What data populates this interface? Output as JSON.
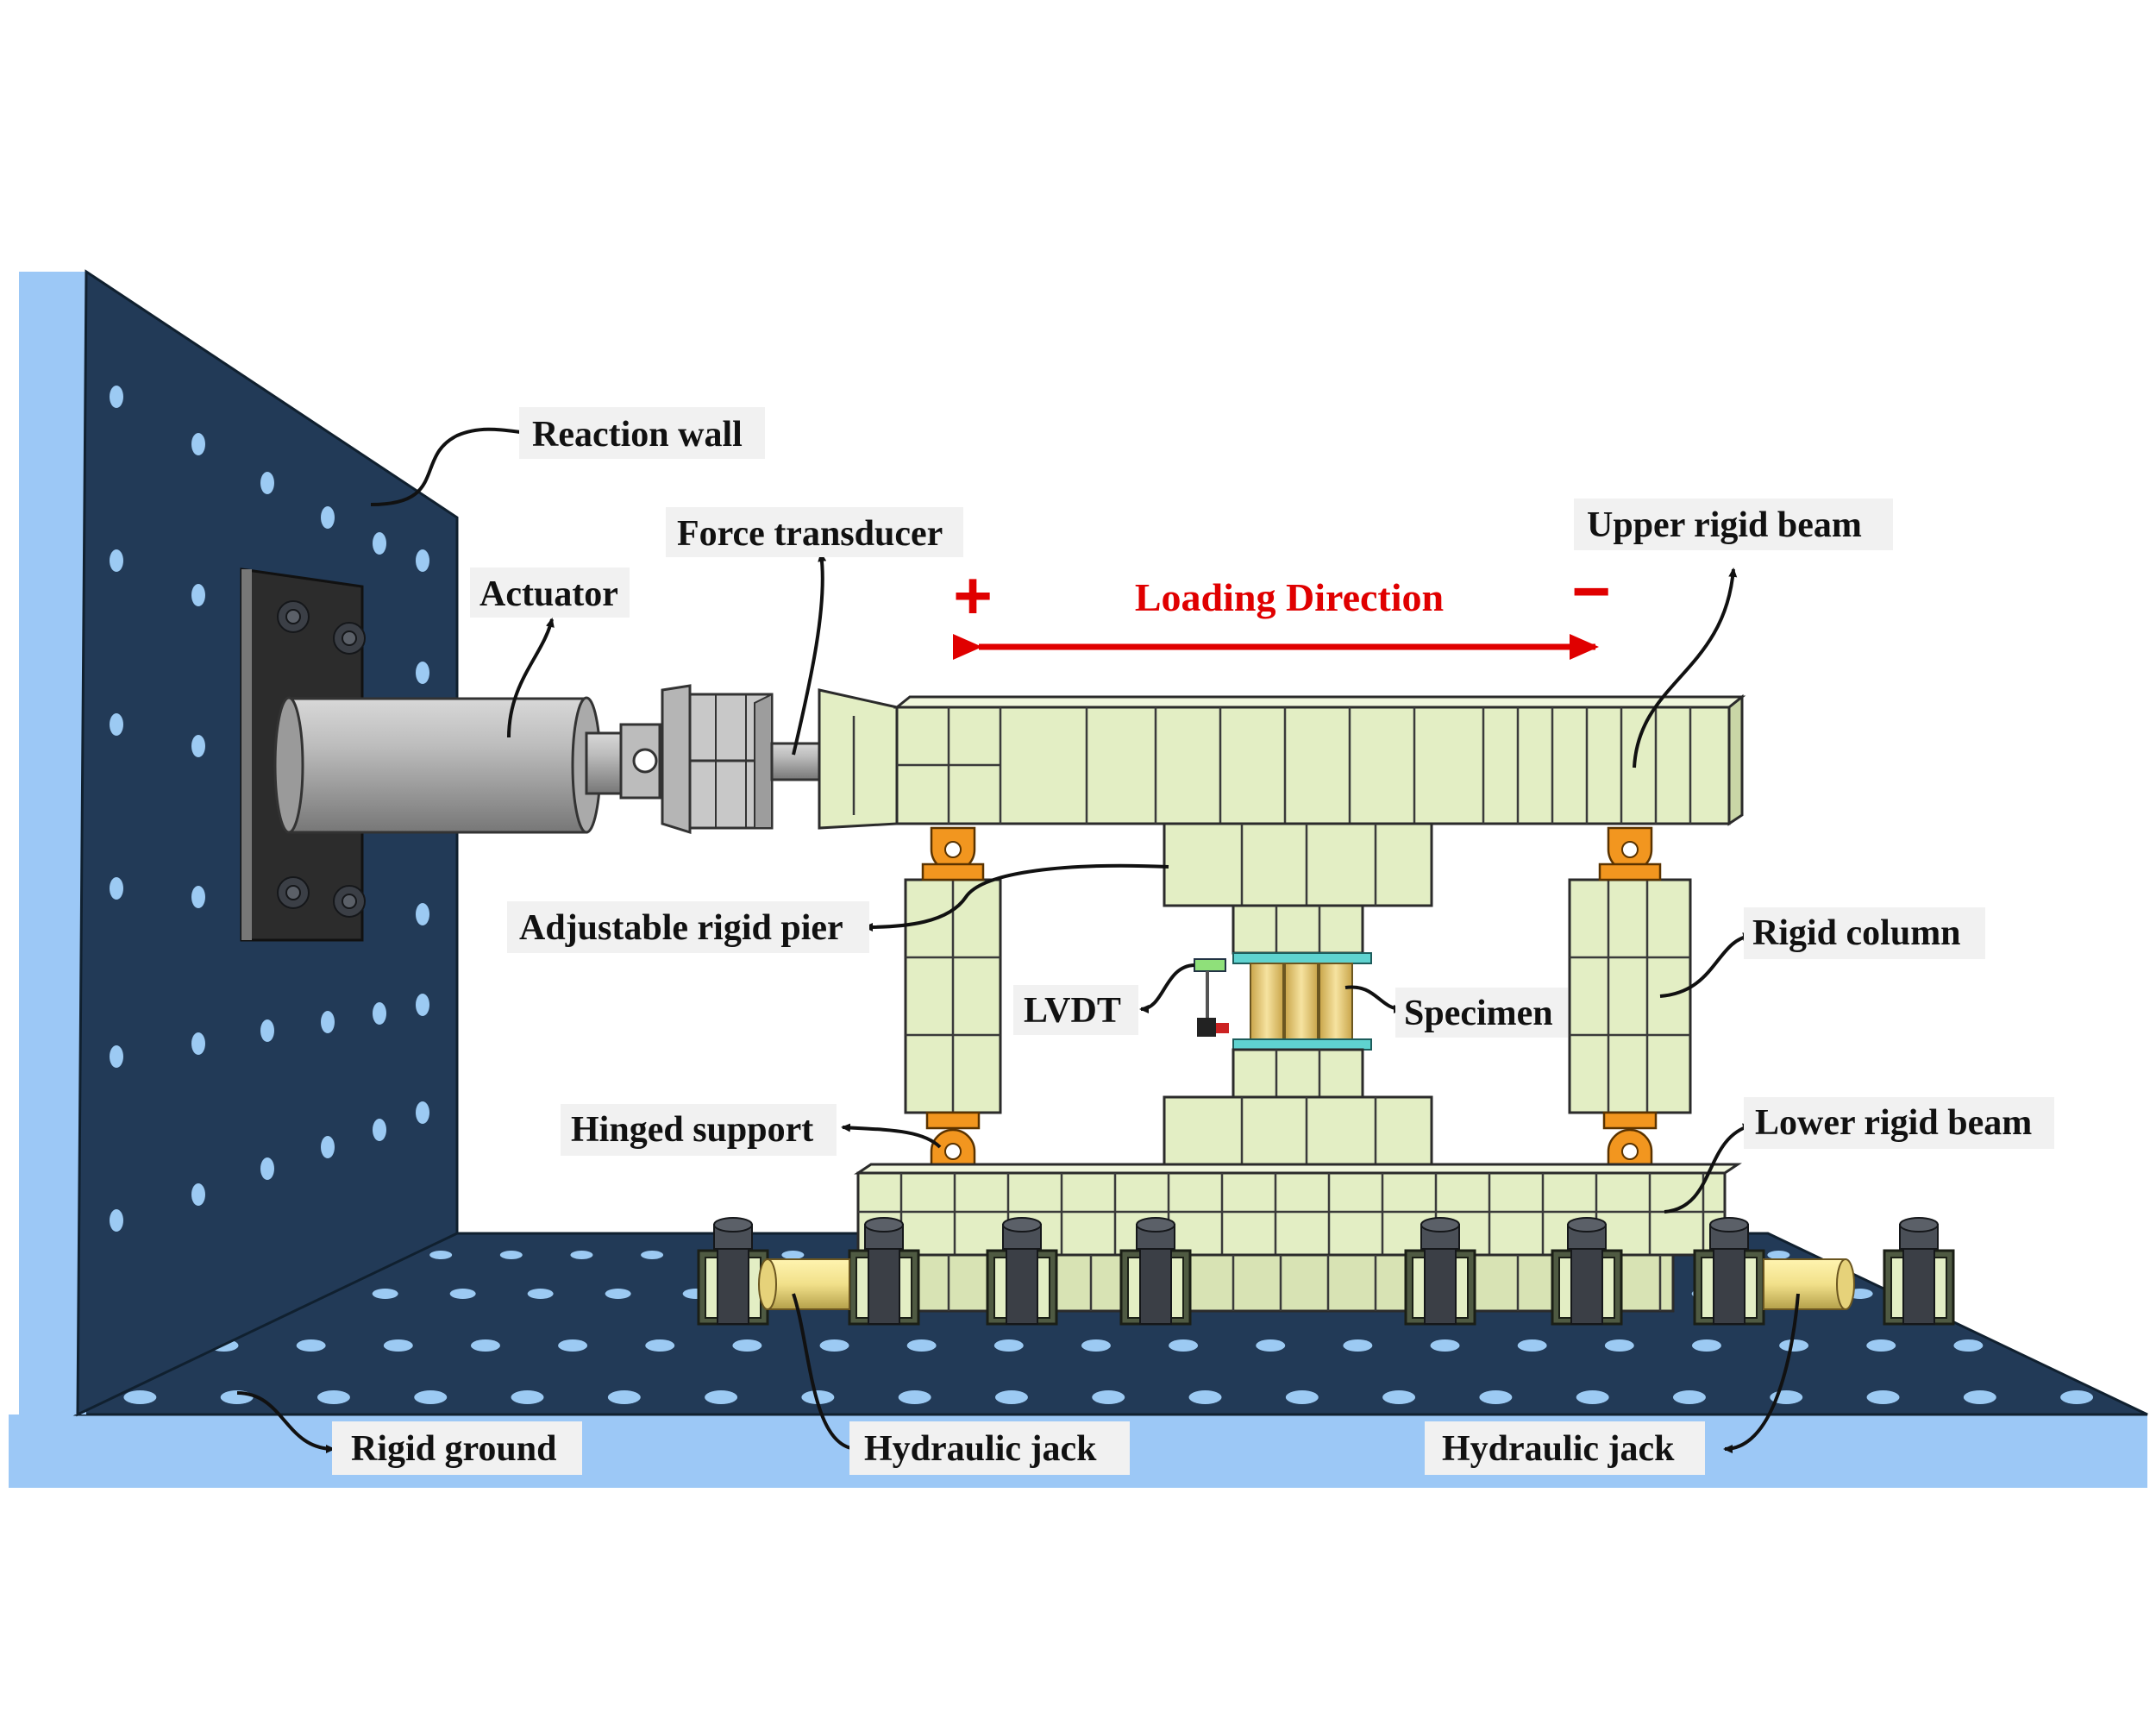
{
  "labels": {
    "reaction_wall": "Reaction wall",
    "force_transducer": "Force transducer",
    "actuator": "Actuator",
    "upper_rigid_beam": "Upper rigid beam",
    "loading_direction": "Loading Direction",
    "plus_sign": "+",
    "minus_sign": "−",
    "adjustable_rigid_pier": "Adjustable rigid pier",
    "rigid_column": "Rigid column",
    "lvdt": "LVDT",
    "specimen": "Specimen",
    "hinged_support": "Hinged support",
    "lower_rigid_beam": "Lower rigid beam",
    "rigid_ground": "Rigid ground",
    "hydraulic_jack_left": "Hydraulic jack",
    "hydraulic_jack_right": "Hydraulic jack"
  },
  "colors": {
    "wall_panel": "#223a57",
    "wall_edge": "#9cc8f6",
    "frame": "#e3eec4",
    "specimen": "#e8cf7f",
    "hinge": "#f2961f",
    "jack": "#f1e08a",
    "loading_arrow": "#e00000"
  }
}
